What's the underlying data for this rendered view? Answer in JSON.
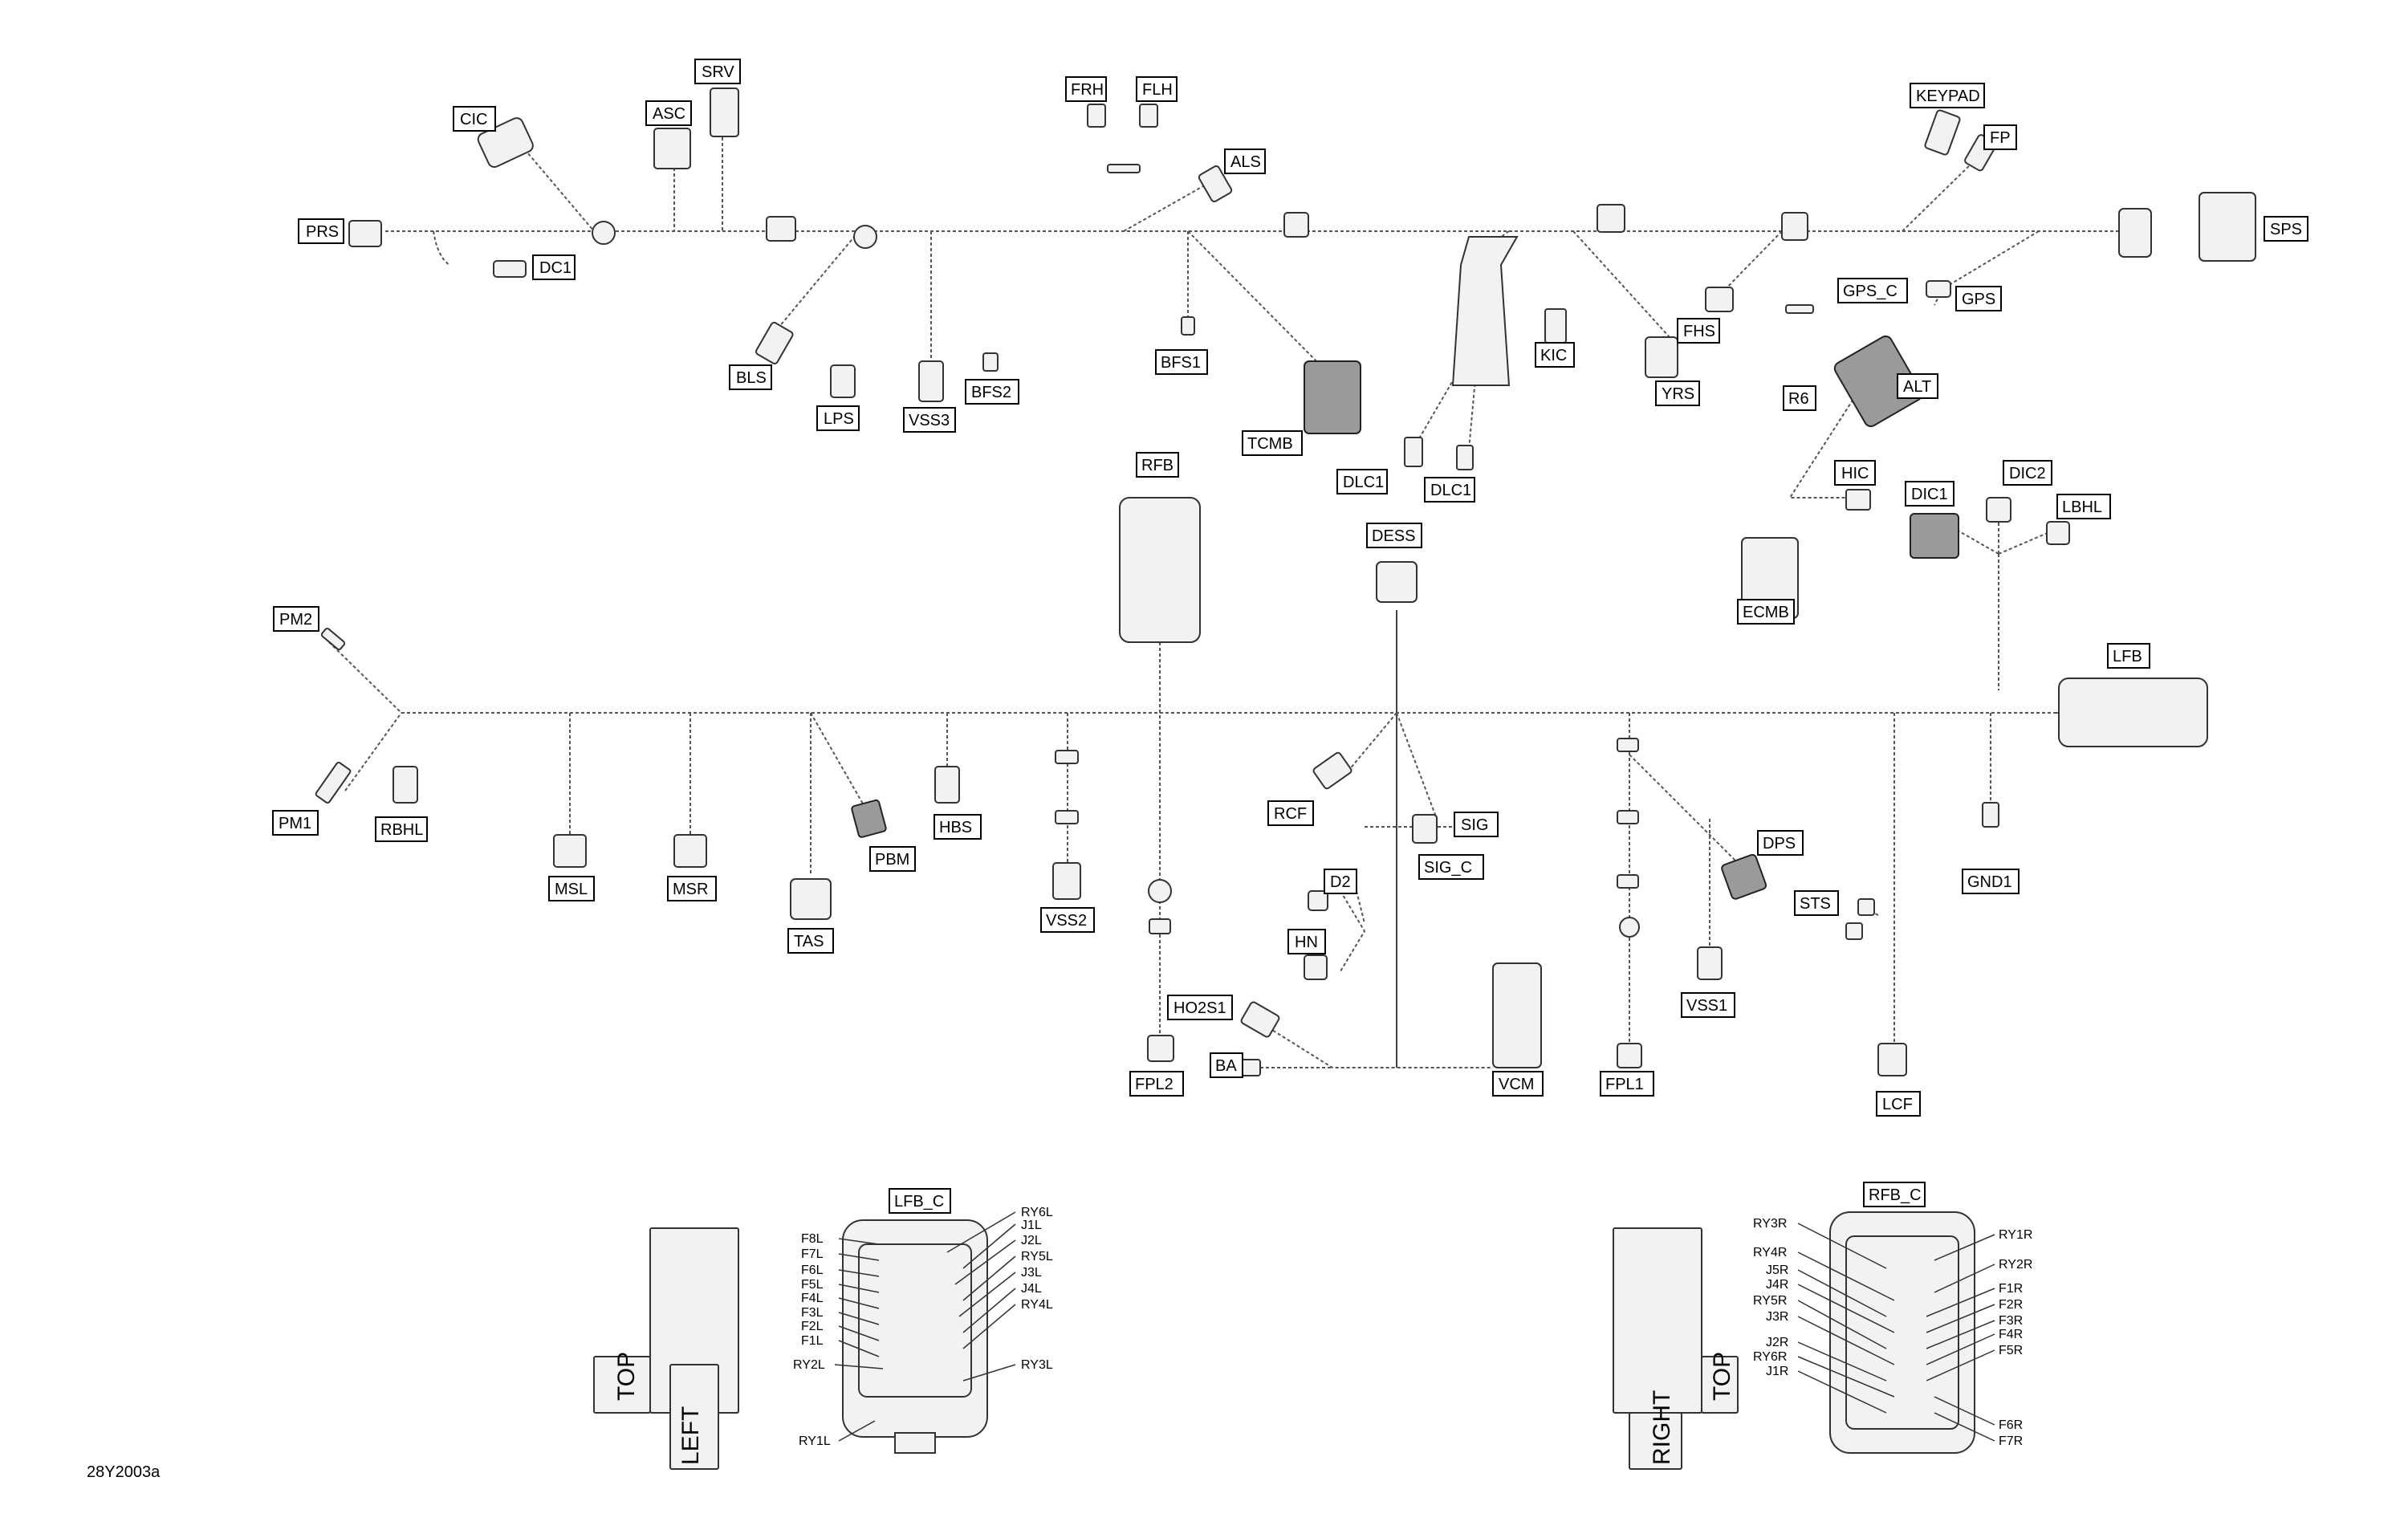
{
  "figure_id": "28Y2003a",
  "connectors": {
    "PRS": "PRS",
    "CIC": "CIC",
    "DC1": "DC1",
    "ASC": "ASC",
    "SRV": "SRV",
    "BLS": "BLS",
    "LPS": "LPS",
    "VSS3": "VSS3",
    "BFS2": "BFS2",
    "FRH": "FRH",
    "FLH": "FLH",
    "ALS": "ALS",
    "BFS1": "BFS1",
    "TCMB": "TCMB",
    "DLC1a": "DLC1",
    "DLC1b": "DLC1",
    "KIC": "KIC",
    "YRS": "YRS",
    "FHS": "FHS",
    "KEYPAD": "KEYPAD",
    "FP": "FP",
    "GPS_C": "GPS_C",
    "GPS": "GPS",
    "SPS": "SPS",
    "R6": "R6",
    "ALT": "ALT",
    "HIC": "HIC",
    "DIC1": "DIC1",
    "DIC2": "DIC2",
    "LBHL": "LBHL",
    "ECMB": "ECMB",
    "RFB": "RFB",
    "DESS": "DESS",
    "LFB": "LFB",
    "PM2": "PM2",
    "PM1": "PM1",
    "RBHL": "RBHL",
    "MSL": "MSL",
    "MSR": "MSR",
    "TAS": "TAS",
    "PBM": "PBM",
    "HBS": "HBS",
    "VSS2": "VSS2",
    "RCF": "RCF",
    "SIG": "SIG",
    "SIG_C": "SIG_C",
    "D2": "D2",
    "HN": "HN",
    "HO2S1": "HO2S1",
    "BA": "BA",
    "FPL2": "FPL2",
    "VCM": "VCM",
    "FPL1": "FPL1",
    "VSS1": "VSS1",
    "DPS": "DPS",
    "STS": "STS",
    "GND1": "GND1",
    "LCF": "LCF",
    "LFB_C": "LFB_C",
    "RFB_C": "RFB_C"
  },
  "lfb_callouts_left": [
    "F8L",
    "F7L",
    "F6L",
    "F5L",
    "F4L",
    "F3L",
    "F2L",
    "F1L",
    "RY2L",
    "RY1L"
  ],
  "lfb_callouts_right": [
    "RY6L",
    "J1L",
    "J2L",
    "RY5L",
    "J3L",
    "J4L",
    "RY4L",
    "RY3L"
  ],
  "rfb_callouts_left": [
    "RY3R",
    "RY4R",
    "J5R",
    "J4R",
    "RY5R",
    "J3R",
    "J2R",
    "RY6R",
    "J1R"
  ],
  "rfb_callouts_right": [
    "RY1R",
    "RY2R",
    "F1R",
    "F2R",
    "F3R",
    "F4R",
    "F5R",
    "F6R",
    "F7R"
  ],
  "panel_left": {
    "top": "TOP",
    "side": "LEFT"
  },
  "panel_right": {
    "top": "TOP",
    "side": "RIGHT"
  }
}
